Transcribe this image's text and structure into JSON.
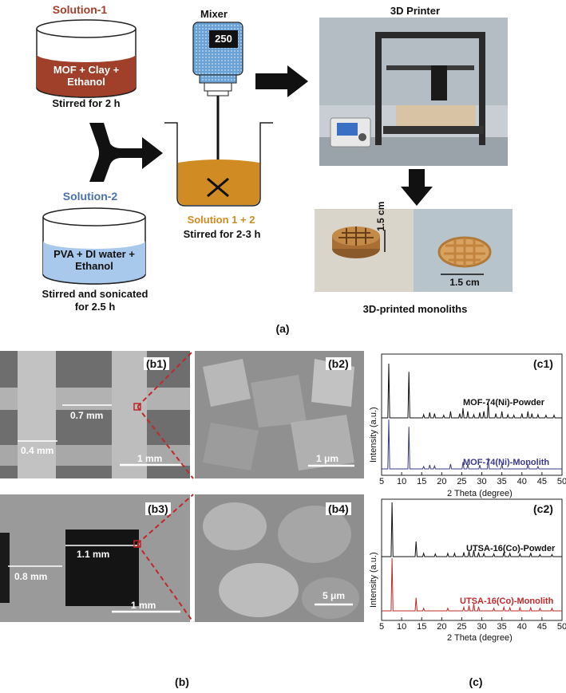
{
  "panel_a": {
    "solution1": {
      "title": "Solution-1",
      "content": "MOF + Clay + Ethanol",
      "note": "Stirred for 2 h"
    },
    "solution2": {
      "title": "Solution-2",
      "content": "PVA + DI water + Ethanol",
      "note_line1": "Stirred and sonicated",
      "note_line2": "for 2.5 h"
    },
    "mixer": {
      "title": "Mixer",
      "display": "250",
      "beaker_title": "Solution 1 + 2",
      "beaker_note": "Stirred for 2-3 h"
    },
    "printer": {
      "title": "3D Printer"
    },
    "monoliths": {
      "scale_vertical": "1.5 cm",
      "scale_horizontal": "1.5 cm",
      "caption": "3D-printed monoliths"
    },
    "label": "(a)"
  },
  "panel_b": {
    "label": "(b)",
    "b1": {
      "tag": "(b1)",
      "width1": "0.7 mm",
      "width2": "0.4 mm",
      "scale": "1 mm"
    },
    "b2": {
      "tag": "(b2)",
      "scale": "1 μm"
    },
    "b3": {
      "tag": "(b3)",
      "width1": "1.1 mm",
      "width2": "0.8 mm",
      "scale": "1 mm"
    },
    "b4": {
      "tag": "(b4)",
      "scale": "5 μm"
    }
  },
  "panel_c": {
    "label": "(c)",
    "c1": {
      "tag": "(c1)",
      "ylabel": "Intensity (a.u.)",
      "xlabel": "2 Theta (degree)",
      "series_top": "MOF-74(Ni)-Powder",
      "series_bottom": "MOF-74(Ni)-Monolith"
    },
    "c2": {
      "tag": "(c2)",
      "ylabel": "Intensity (a.u.)",
      "xlabel": "2 Theta (degree)",
      "series_top": "UTSA-16(Co)-Powder",
      "series_bottom": "UTSA-16(Co)-Monolith"
    },
    "xticks": [
      "5",
      "10",
      "15",
      "20",
      "25",
      "30",
      "35",
      "40",
      "45",
      "50"
    ]
  },
  "colors": {
    "solution1": "#a0402a",
    "solution2": "#4a72a8",
    "beaker": "#d08b22",
    "c1_monolith": "#3a3a8a",
    "c2_monolith": "#c0282a"
  },
  "chart_data": [
    {
      "type": "line",
      "xlim": [
        5,
        50
      ],
      "xlabel": "2 Theta (degree)",
      "ylabel": "Intensity (a.u.)",
      "series": [
        {
          "name": "MOF-74(Ni)-Powder",
          "peaks": [
            [
              6.8,
              1.0
            ],
            [
              11.8,
              0.85
            ],
            [
              15.5,
              0.06
            ],
            [
              17.0,
              0.1
            ],
            [
              18.2,
              0.08
            ],
            [
              20.5,
              0.05
            ],
            [
              22.2,
              0.12
            ],
            [
              24.5,
              0.08
            ],
            [
              25.3,
              0.18
            ],
            [
              26.5,
              0.12
            ],
            [
              28.0,
              0.06
            ],
            [
              29.5,
              0.1
            ],
            [
              30.5,
              0.12
            ],
            [
              31.6,
              0.28
            ],
            [
              33.5,
              0.08
            ],
            [
              35.0,
              0.12
            ],
            [
              36.5,
              0.06
            ],
            [
              38.0,
              0.05
            ],
            [
              40.0,
              0.08
            ],
            [
              41.5,
              0.12
            ],
            [
              42.5,
              0.08
            ],
            [
              44.0,
              0.06
            ],
            [
              46.0,
              0.05
            ],
            [
              48.0,
              0.05
            ]
          ]
        },
        {
          "name": "MOF-74(Ni)-Monolith",
          "peaks": [
            [
              6.8,
              1.0
            ],
            [
              11.8,
              0.85
            ],
            [
              15.5,
              0.05
            ],
            [
              17.0,
              0.08
            ],
            [
              18.2,
              0.06
            ],
            [
              22.2,
              0.1
            ],
            [
              25.3,
              0.14
            ],
            [
              26.5,
              0.1
            ],
            [
              29.5,
              0.08
            ],
            [
              31.6,
              0.22
            ],
            [
              35.0,
              0.1
            ],
            [
              41.5,
              0.1
            ],
            [
              44.0,
              0.05
            ]
          ]
        }
      ]
    },
    {
      "type": "line",
      "xlim": [
        5,
        50
      ],
      "xlabel": "2 Theta (degree)",
      "ylabel": "Intensity (a.u.)",
      "series": [
        {
          "name": "UTSA-16(Co)-Powder",
          "peaks": [
            [
              7.6,
              1.0
            ],
            [
              13.6,
              0.28
            ],
            [
              15.5,
              0.06
            ],
            [
              18.4,
              0.05
            ],
            [
              21.5,
              0.06
            ],
            [
              23.2,
              0.06
            ],
            [
              25.5,
              0.08
            ],
            [
              26.8,
              0.1
            ],
            [
              28.0,
              0.12
            ],
            [
              29.2,
              0.08
            ],
            [
              30.5,
              0.06
            ],
            [
              33.0,
              0.05
            ],
            [
              35.5,
              0.08
            ],
            [
              37.0,
              0.06
            ],
            [
              39.5,
              0.05
            ],
            [
              42.2,
              0.07
            ],
            [
              44.5,
              0.04
            ],
            [
              47.5,
              0.04
            ]
          ]
        },
        {
          "name": "UTSA-16(Co)-Monolith",
          "peaks": [
            [
              7.6,
              1.0
            ],
            [
              13.6,
              0.25
            ],
            [
              15.5,
              0.05
            ],
            [
              21.5,
              0.05
            ],
            [
              25.5,
              0.07
            ],
            [
              26.8,
              0.1
            ],
            [
              28.0,
              0.14
            ],
            [
              29.2,
              0.08
            ],
            [
              33.0,
              0.05
            ],
            [
              35.5,
              0.07
            ],
            [
              37.0,
              0.06
            ],
            [
              39.5,
              0.06
            ],
            [
              42.2,
              0.06
            ],
            [
              44.5,
              0.05
            ],
            [
              47.5,
              0.05
            ]
          ]
        }
      ]
    }
  ]
}
